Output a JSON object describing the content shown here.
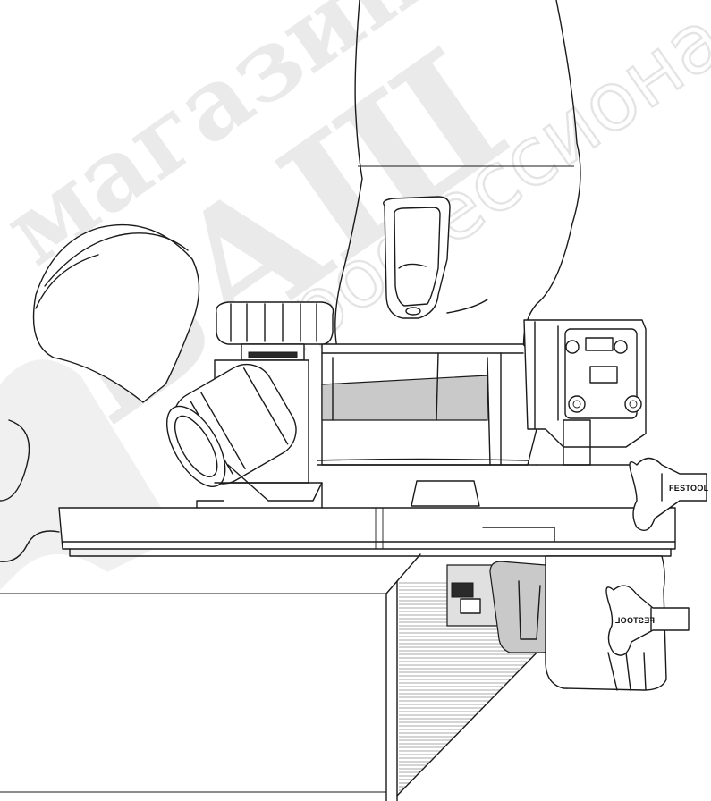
{
  "watermark": {
    "line_top": "магазин",
    "line_mid": "БАШ",
    "line_side": "профессионал",
    "text_color": "#cfcfcf"
  },
  "brand": {
    "knob_right_label": "FESTOOL",
    "knob_lower_label": "FESTOOL"
  },
  "style": {
    "line_color": "#1a1a1a",
    "background": "#ffffff"
  }
}
